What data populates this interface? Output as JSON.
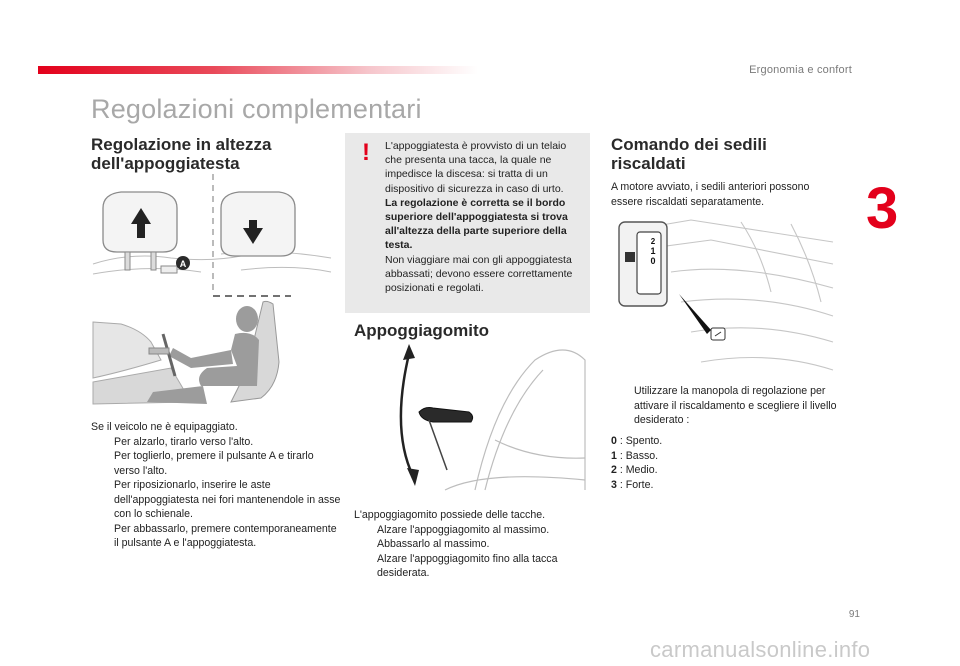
{
  "header": {
    "section": "Ergonomia e confort"
  },
  "page_title": "Regolazioni complementari",
  "chapter_number": "3",
  "headrest": {
    "heading": "Regolazione in altezza dell'appoggiatesta",
    "label_A": "A",
    "intro": "Se il veicolo ne è equipaggiato.",
    "bullets": [
      "Per alzarlo, tirarlo verso l'alto.",
      "Per toglierlo, premere il pulsante A e tirarlo verso l'alto.",
      "Per riposizionarlo, inserire le aste dell'appoggiatesta nei fori mantenendole in asse con lo schienale.",
      "Per abbassarlo, premere contemporaneamente il pulsante A e l'appoggiatesta."
    ]
  },
  "warning": {
    "symbol": "!",
    "text1": "L'appoggiatesta è provvisto di un telaio che presenta una tacca, la quale ne impedisce la discesa: si tratta di un dispositivo di sicurezza in caso di urto.",
    "bold": "La regolazione è corretta se il bordo superiore dell'appoggiatesta si trova all'altezza della parte superiore della testa.",
    "text2": "Non viaggiare mai con gli appoggiatesta abbassati; devono essere correttamente posizionati e regolati."
  },
  "armrest": {
    "heading": "Appoggiagomito",
    "intro": "L'appoggiagomito possiede delle tacche.",
    "bullets": [
      "Alzare l'appoggiagomito al massimo.",
      "Abbassarlo al massimo.",
      "Alzare l'appoggiagomito fino alla tacca desiderata."
    ]
  },
  "heated": {
    "heading": "Comando dei sedili riscaldati",
    "intro": "A motore avviato, i sedili anteriori possono essere riscaldati separatamente.",
    "bullet": "Utilizzare la manopola di regolazione per attivare il riscaldamento e scegliere il livello desiderato :",
    "knob_marks": [
      "2",
      "1",
      "0"
    ],
    "levels": [
      {
        "key": "0",
        "label": " : Spento."
      },
      {
        "key": "1",
        "label": " : Basso."
      },
      {
        "key": "2",
        "label": " : Medio."
      },
      {
        "key": "3",
        "label": " : Forte."
      }
    ]
  },
  "bullet_mark": "",
  "page_number": "91",
  "watermark": "carmanualsonline.info"
}
